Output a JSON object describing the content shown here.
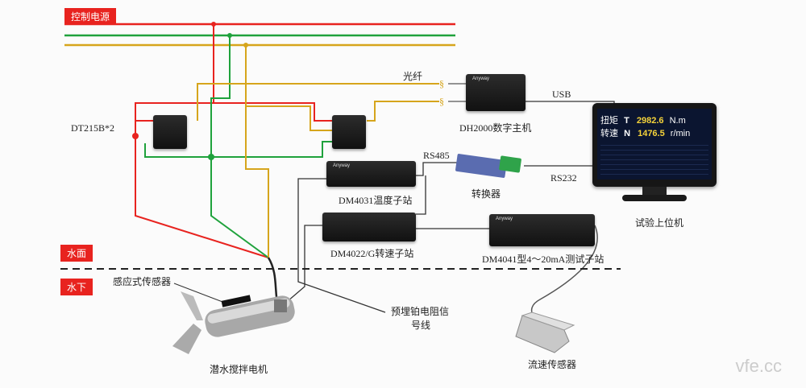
{
  "labels": {
    "control_power": "控制电源",
    "water_surface": "水面",
    "underwater": "水下",
    "dt215b": "DT215B*2",
    "fiber": "光纤",
    "usb": "USB",
    "dh2000": "DH2000数字主机",
    "rs485": "RS485",
    "dm4031": "DM4031温度子站",
    "converter": "转换器",
    "rs232": "RS232",
    "host_pc": "试验上位机",
    "dm4022": "DM4022/G转速子站",
    "dm4041": "DM4041型4～20mA测试子站",
    "induction_sensor": "感应式传感器",
    "rtd_line_1": "预埋铂电阻信",
    "rtd_line_2": "号线",
    "mixer": "潜水搅拌电机",
    "flow_sensor": "流速传感器",
    "watermark": "vfe.cc"
  },
  "monitor": {
    "torque_label": "扭矩",
    "torque_symbol": "T",
    "torque_value": "2982.6",
    "torque_unit": "N.m",
    "speed_label": "转速",
    "speed_symbol": "N",
    "speed_value": "1476.5",
    "speed_unit": "r/min"
  },
  "colors": {
    "red": "#e8231f",
    "green": "#1fa23c",
    "yellow": "#d6a51c",
    "black": "#333333"
  }
}
